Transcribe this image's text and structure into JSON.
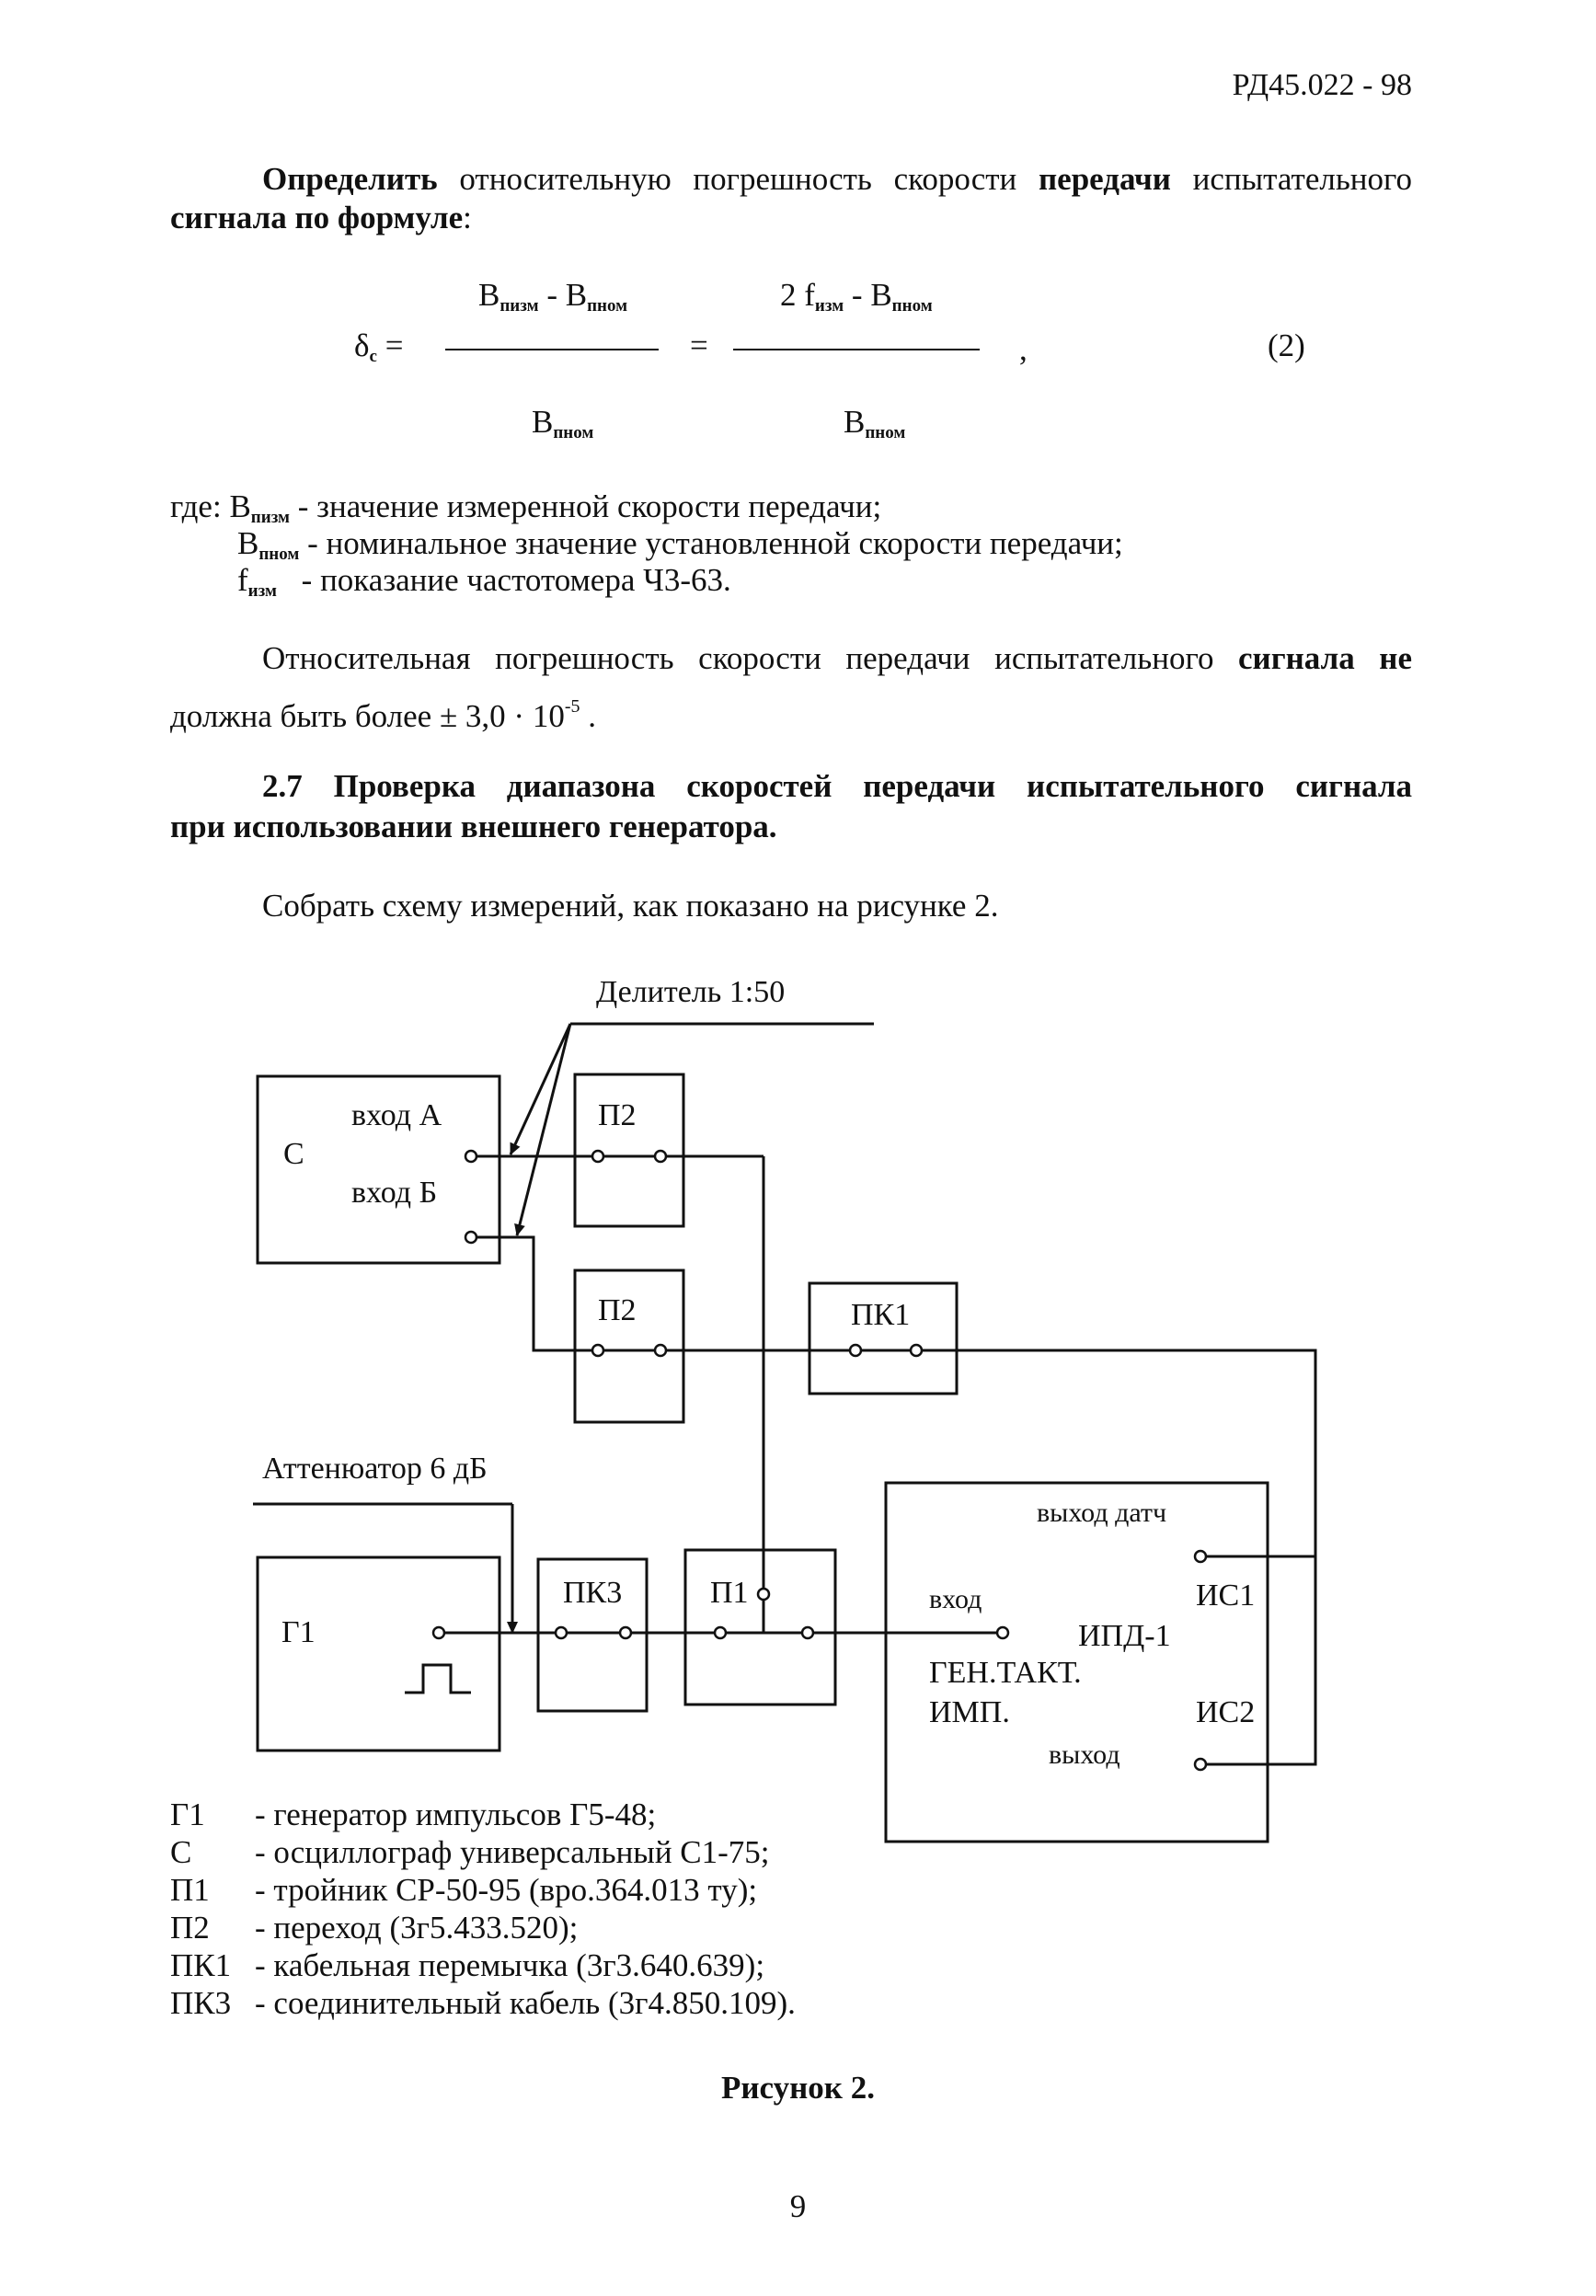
{
  "header": {
    "doc_code": "РД45.022 - 98"
  },
  "intro": {
    "w1": "Определить",
    "w2": "относительную",
    "w3": "погрешность",
    "w4": "скорости",
    "w5": "передачи",
    "w6": "испытательного",
    "line2_bold": "сигнала по формуле",
    "line2_end": ":"
  },
  "formula": {
    "lhs": "δ",
    "lhs_sub": "с",
    "num1_a": "B",
    "num1_a_sub": "пизм",
    "num1_mid": " - B",
    "num1_b_sub": "пном",
    "num2_a": "2 f",
    "num2_a_sub": "изм",
    "num2_mid": " - B",
    "num2_b_sub": "пном",
    "den1": "B",
    "den1_sub": "пном",
    "den2": "B",
    "den2_sub": "пном",
    "eq1": "=",
    "eq2": "=",
    "comma": ",",
    "number": "(2)"
  },
  "where": {
    "prefix": "где:",
    "items": [
      {
        "sym": "B",
        "sub": "пизм",
        "text": "- значение измеренной скорости передачи;"
      },
      {
        "sym": "B",
        "sub": "пном",
        "text": "- номинальное значение установленной скорости передачи;"
      },
      {
        "sym": "f",
        "sub": "изм",
        "text": "- показание частотомера Ч3-63."
      }
    ]
  },
  "tolerance": {
    "w1": "Относительная",
    "w2": "погрешность",
    "w3": "скорости",
    "w4": "передачи",
    "w5": "испытательного",
    "w6": "сигнала",
    "w7": "не",
    "line2_a": "должна быть более  ± 3,0 · 10",
    "line2_sup": "-5",
    "line2_b": " ."
  },
  "section": {
    "number": "2.7",
    "w1": "Проверка",
    "w2": "диапазона",
    "w3": "скоростей",
    "w4": "передачи",
    "w5": "испытательного",
    "w6": "сигнала",
    "line2": "при использовании внешнего генератора."
  },
  "instruction": "Собрать схему измерений, как показано на рисунке 2.",
  "diagram": {
    "divider_label": "Делитель 1:50",
    "attenuator_label": "Аттенюатор 6 дБ",
    "osc_name": "С",
    "osc_in_a": "вход А",
    "osc_in_b": "вход Б",
    "p2_top": "П2",
    "p2_bottom": "П2",
    "pk1": "ПК1",
    "pk3": "ПК3",
    "p1": "П1",
    "gen_name": "Г1",
    "ipd_name": "ИПД-1",
    "ipd_sensor_out": "выход датч",
    "ipd_in": "вход",
    "ipd_is1": "ИС1",
    "ipd_gen_clock": "ГЕН.ТАКТ.",
    "ipd_imp": "ИМП.",
    "ipd_is2": "ИС2",
    "ipd_out": "выход"
  },
  "legend": [
    {
      "code": "Г1",
      "text": "- генератор импульсов Г5-48;"
    },
    {
      "code": "С",
      "text": "- осциллограф универсальный С1-75;"
    },
    {
      "code": "П1",
      "text": "- тройник СР-50-95 (вро.364.013 ту);"
    },
    {
      "code": "П2",
      "text": "- переход (3г5.433.520);"
    },
    {
      "code": "ПК1",
      "text": "- кабельная перемычка (3г3.640.639);"
    },
    {
      "code": "ПК3",
      "text": "- соединительный кабель (3г4.850.109)."
    }
  ],
  "figure_caption": "Рисунок 2.",
  "page_number": "9"
}
